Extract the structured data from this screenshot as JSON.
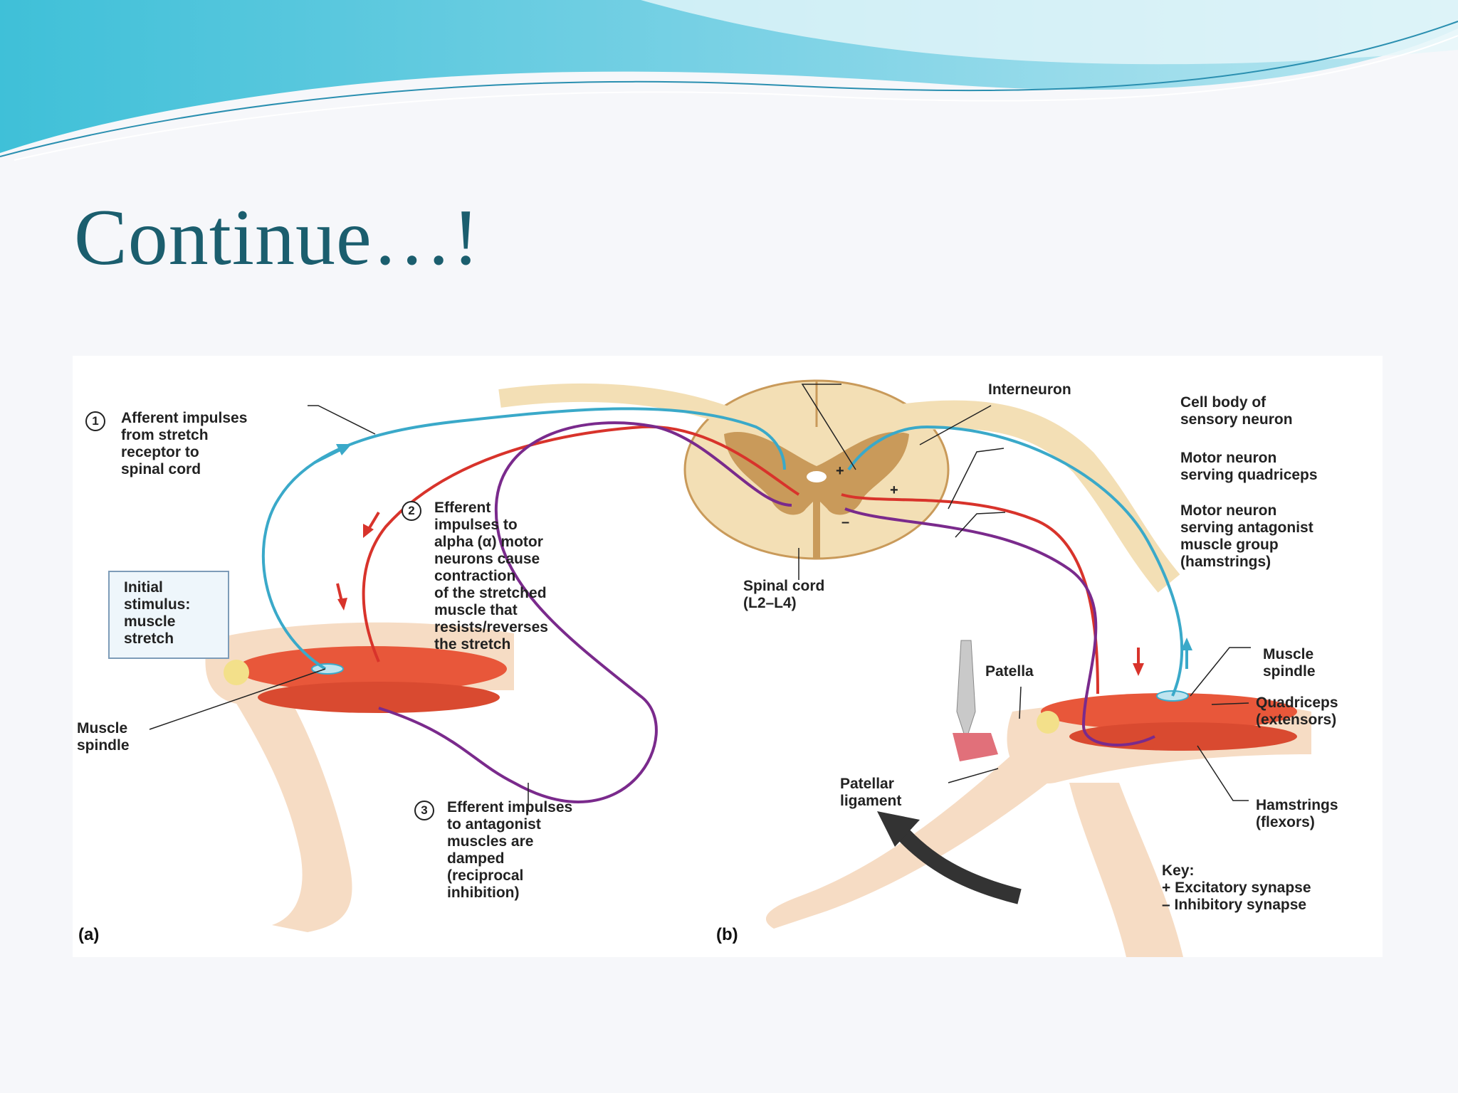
{
  "slide": {
    "title": "Continue…!",
    "colors": {
      "title": "#1b5e6e",
      "banner": "#5bc7dc",
      "sensory": "#3aa9c9",
      "motor": "#d8332b",
      "inhibitory": "#7a2a8c",
      "muscle": "#e8573a",
      "cord": "#c99a5a"
    }
  },
  "figure": {
    "panels": {
      "a": "(a)",
      "b": "(b)"
    },
    "steps": {
      "one": {
        "number": "1",
        "text": "Afferent impulses\nfrom stretch\nreceptor to\nspinal cord"
      },
      "two": {
        "number": "2",
        "text": "Efferent\nimpulses to\nalpha (α) motor\nneurons cause\ncontraction\nof the stretched\nmuscle that\nresists/reverses\nthe stretch"
      },
      "three": {
        "number": "3",
        "text": "Efferent impulses\nto antagonist\nmuscles are\ndamped\n(reciprocal\ninhibition)"
      }
    },
    "labels": {
      "initial_stimulus": "Initial\nstimulus:\nmuscle\nstretch",
      "muscle_spindle_a": "Muscle\nspindle",
      "spinal_cord": "Spinal cord\n(L2–L4)",
      "interneuron": "Interneuron",
      "cell_body": "Cell body of\nsensory neuron",
      "motor_quadriceps": "Motor neuron\nserving quadriceps",
      "motor_antagonist": "Motor neuron\nserving antagonist\nmuscle group\n(hamstrings)",
      "patella": "Patella",
      "muscle_spindle_b": "Muscle\nspindle",
      "quadriceps": "Quadriceps\n(extensors)",
      "patellar_ligament": "Patellar\nligament",
      "hamstrings": "Hamstrings\n(flexors)"
    },
    "key": {
      "title": "Key:",
      "excitatory": "+  Excitatory synapse",
      "inhibitory": "–  Inhibitory synapse"
    }
  }
}
